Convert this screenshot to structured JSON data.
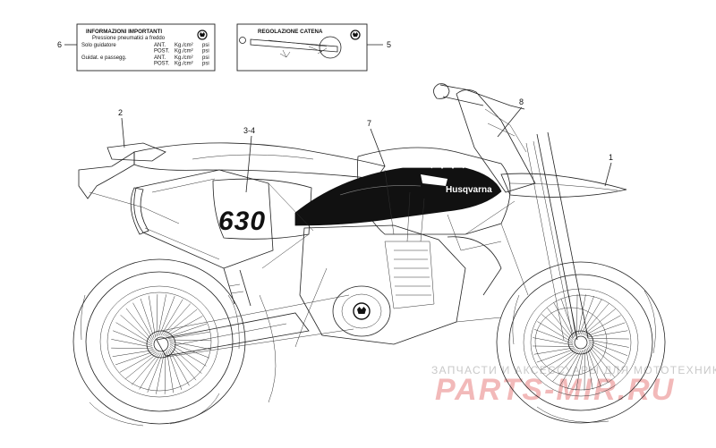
{
  "callouts": {
    "c1": "1",
    "c2": "2",
    "c34": "3-4",
    "c5": "5",
    "c6": "6",
    "c7": "7",
    "c8": "8"
  },
  "decals": {
    "tank_brand": "Husqvarna",
    "side_number": "630"
  },
  "tire_label": {
    "title": "INFORMAZIONI IMPORTANTI",
    "subtitle": "Pressione pneumatici a freddo",
    "rows": [
      {
        "label": "Solo guidatore",
        "pos": "ANT.",
        "unit": "Kg./cm²",
        "unit2": "psi"
      },
      {
        "label": "",
        "pos": "POST.",
        "unit": "Kg./cm²",
        "unit2": "psi"
      },
      {
        "label": "Guidat. e passegg.",
        "pos": "ANT.",
        "unit": "Kg./cm²",
        "unit2": "psi"
      },
      {
        "label": "",
        "pos": "POST.",
        "unit": "Kg./cm²",
        "unit2": "psi"
      }
    ]
  },
  "chain_label": {
    "title": "REGOLAZIONE CATENA"
  },
  "watermark": {
    "line1": "ЗАПЧАСТИ И АКСЕССУАРЫ ДЛЯ МОТОТЕХНИКИ",
    "line2": "PARTS-MIR.RU"
  }
}
